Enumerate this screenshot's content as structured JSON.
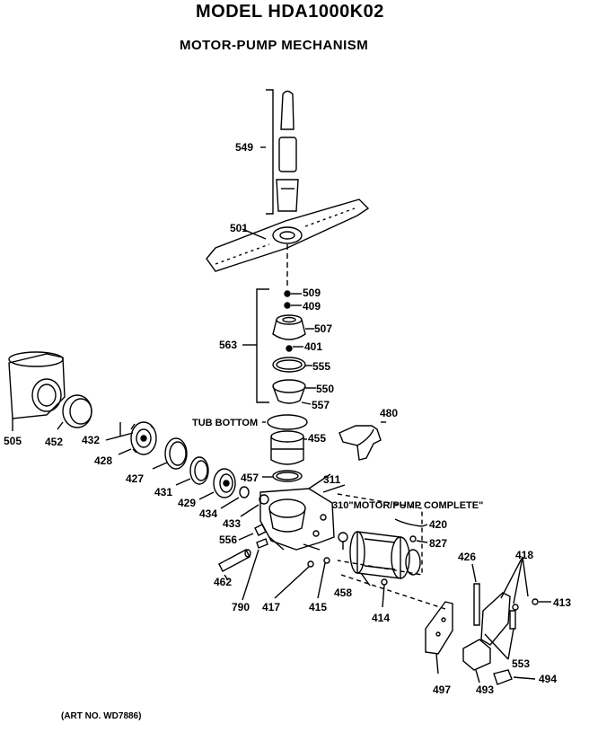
{
  "header": {
    "title": "MODEL HDA1000K02",
    "subtitle": "MOTOR-PUMP MECHANISM"
  },
  "labels": {
    "p549": "549",
    "p501": "501",
    "p509": "509",
    "p409": "409",
    "p507": "507",
    "p563": "563",
    "p401": "401",
    "p555": "555",
    "p550": "550",
    "p557": "557",
    "tub_bottom": "TUB BOTTOM",
    "p480": "480",
    "p455": "455",
    "p505": "505",
    "p452": "452",
    "p432": "432",
    "p428": "428",
    "p427": "427",
    "p431": "431",
    "p429": "429",
    "p434": "434",
    "p433": "433",
    "p457": "457",
    "p311": "311",
    "p310": "310\"MOTOR/PUMP COMPLETE\"",
    "p420": "420",
    "p827": "827",
    "p556": "556",
    "p462": "462",
    "p790": "790",
    "p417": "417",
    "p415": "415",
    "p458": "458",
    "p414": "414",
    "p426": "426",
    "p418": "418",
    "p413": "413",
    "p553": "553",
    "p497": "497",
    "p493": "493",
    "p494": "494"
  },
  "footer": {
    "art_no": "(ART NO. WD7886)"
  }
}
